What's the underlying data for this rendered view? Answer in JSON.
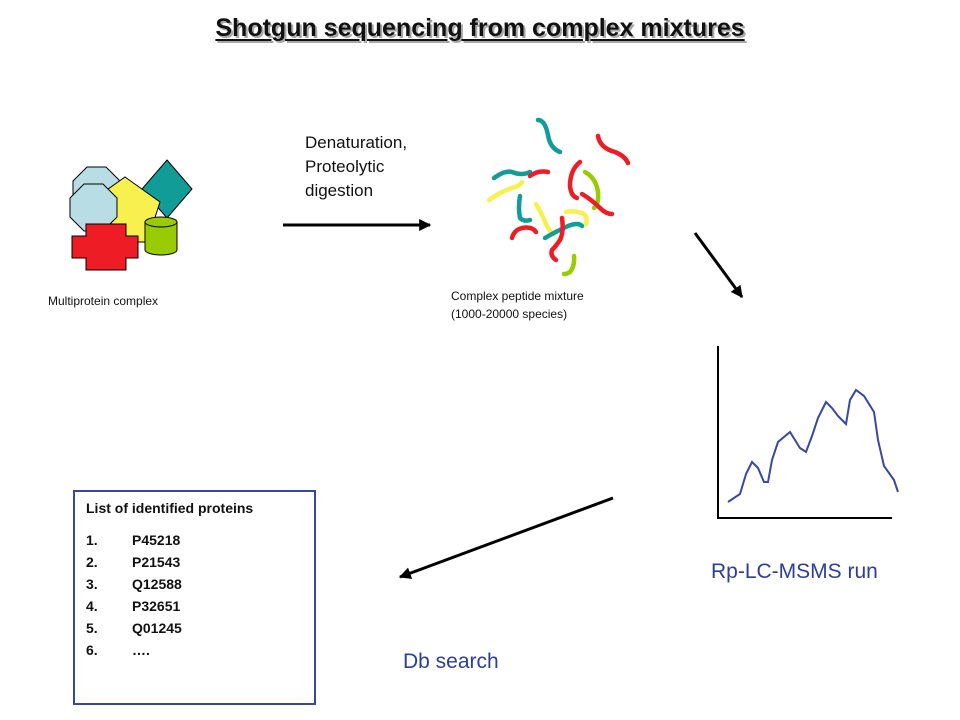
{
  "title": "Shotgun sequencing from complex mixtures",
  "steps": {
    "digestion_label": "Denaturation,\nProteolytic\ndigestion",
    "complex_label": "Multiprotein complex",
    "mixture_label": "Complex peptide mixture\n(1000-20000 species)",
    "run_label": "Rp-LC-MSMS run",
    "search_label": "Db search"
  },
  "result_box": {
    "title": "List of identified proteins",
    "items": [
      {
        "num": "1.",
        "id": "P45218"
      },
      {
        "num": "2.",
        "id": "P21543"
      },
      {
        "num": "3.",
        "id": "Q12588"
      },
      {
        "num": "4.",
        "id": "P32651"
      },
      {
        "num": "5.",
        "id": "Q01245"
      },
      {
        "num": "6.",
        "id": "…."
      }
    ]
  },
  "colors": {
    "teal": "#119c98",
    "red": "#ee1c24",
    "yellow": "#f7f04f",
    "lime": "#99cc00",
    "light_blue": "#b8dde4",
    "chromatogram": "#3848a0",
    "label_blue": "#2d3d9a"
  }
}
